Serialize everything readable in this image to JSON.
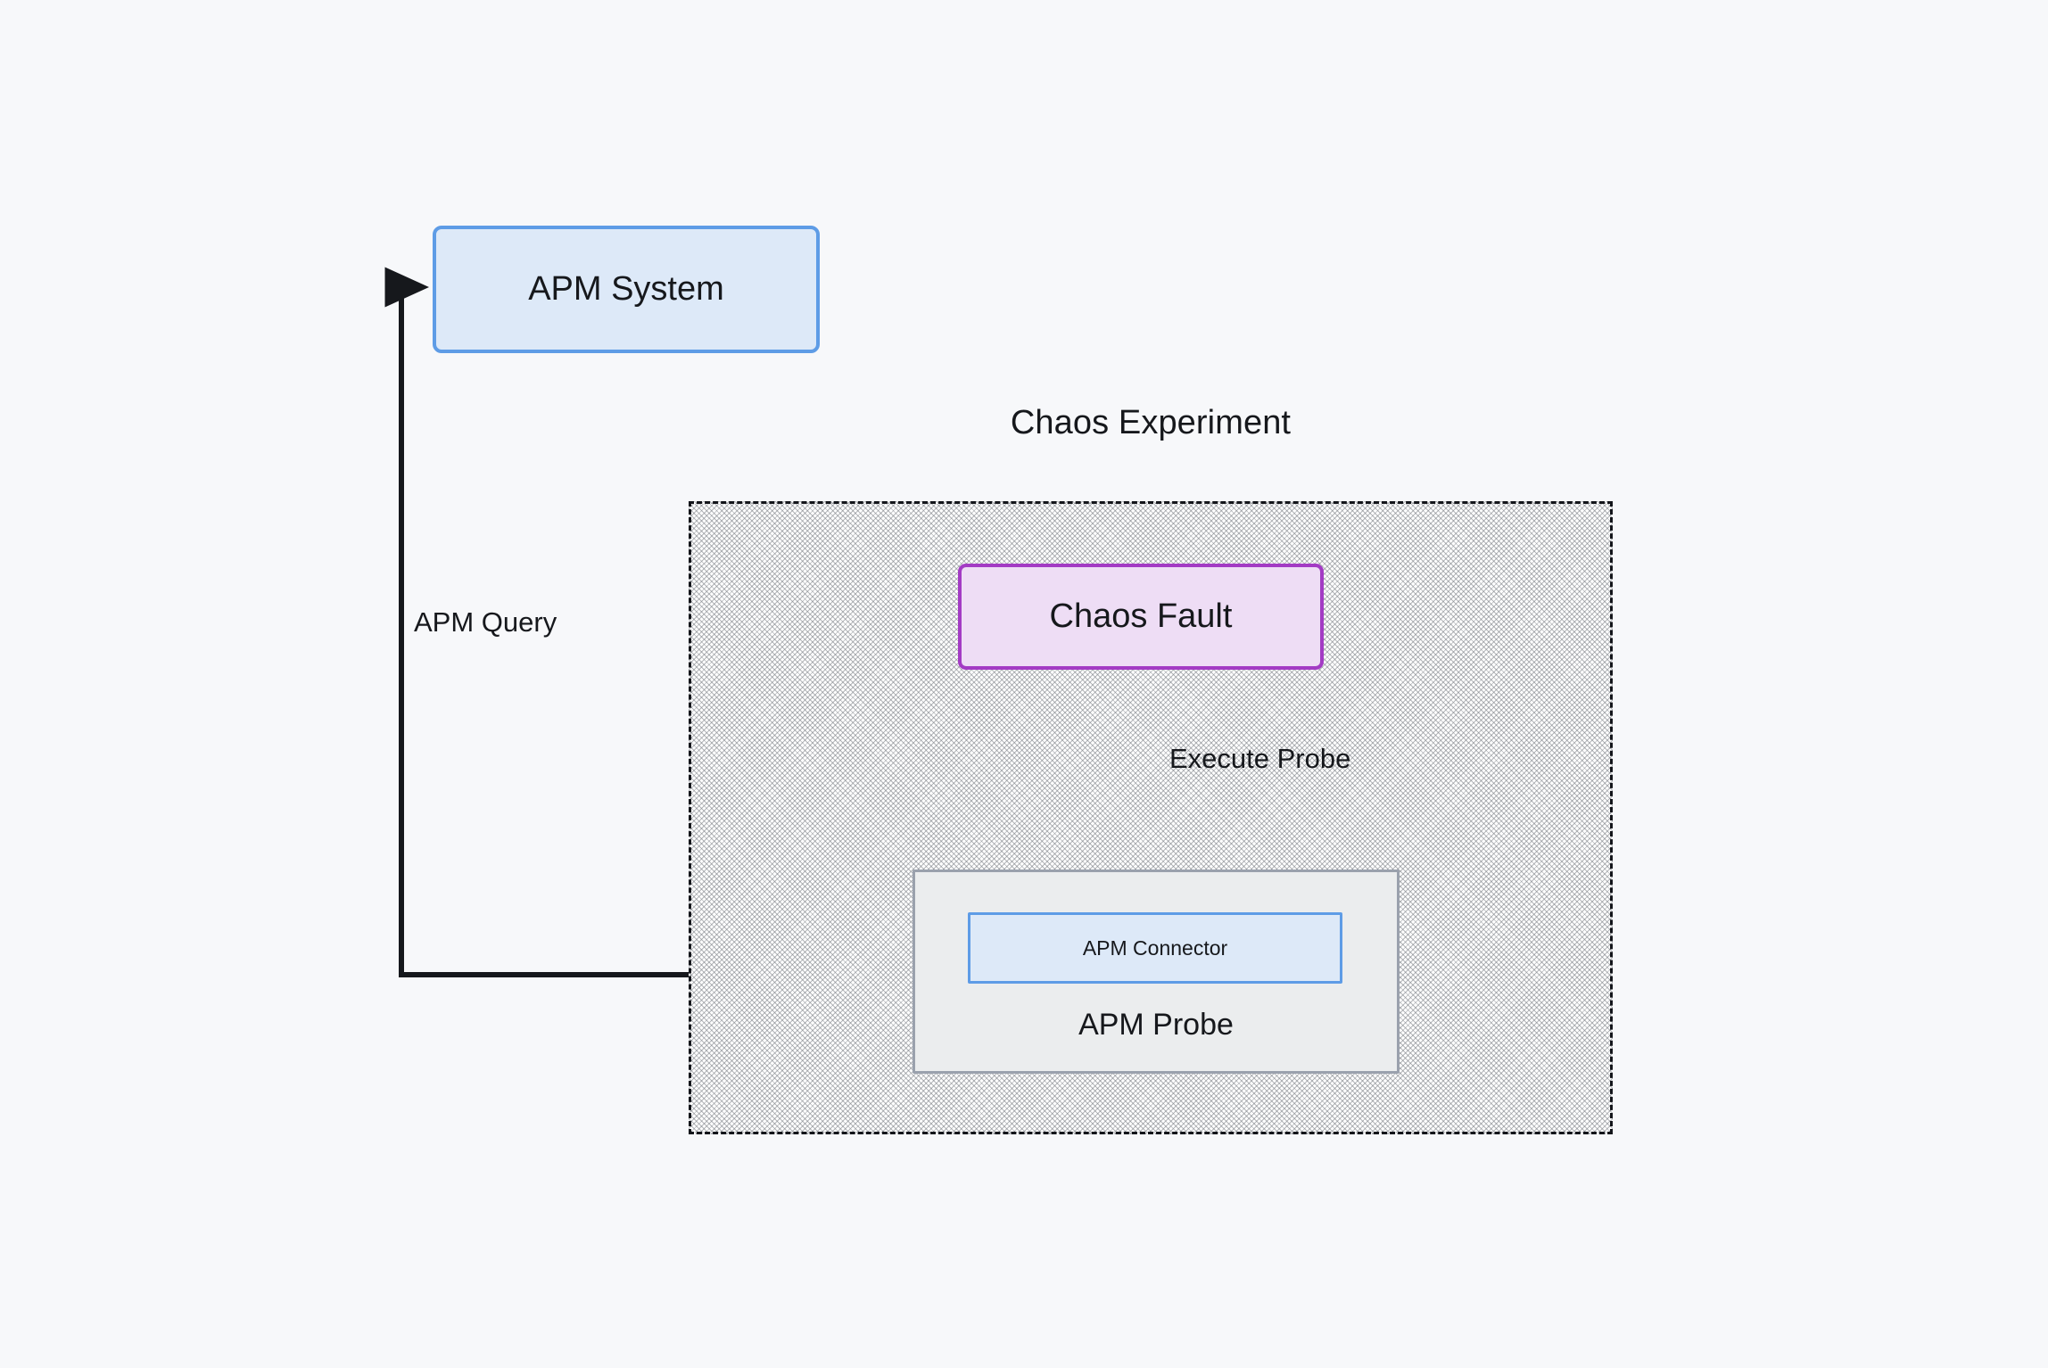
{
  "diagram": {
    "background_color": "#f7f8fa",
    "title_group": "Chaos Experiment"
  },
  "nodes": {
    "apm_system": {
      "label": "APM System",
      "fill": "#dde9f8",
      "stroke": "#5e9ce6"
    },
    "chaos_fault": {
      "label": "Chaos Fault",
      "fill": "#eeddf5",
      "stroke": "#a33bc4"
    },
    "apm_probe": {
      "label": "APM Probe",
      "fill": "#ebedee",
      "stroke": "#9aa1ad"
    },
    "apm_connector": {
      "label": "APM Connector",
      "fill": "#dde9f8",
      "stroke": "#5e9ce6"
    }
  },
  "group": {
    "label": "Chaos Experiment",
    "stroke": "#13151a",
    "style": "dashed-hatched"
  },
  "edges": [
    {
      "id": "execute-probe",
      "label": "Execute Probe",
      "from": "chaos_fault",
      "to": "apm_probe",
      "direction": "down"
    },
    {
      "id": "apm-query",
      "label": "APM Query",
      "from": "apm_probe",
      "to": "apm_system",
      "direction": "left-up"
    }
  ]
}
